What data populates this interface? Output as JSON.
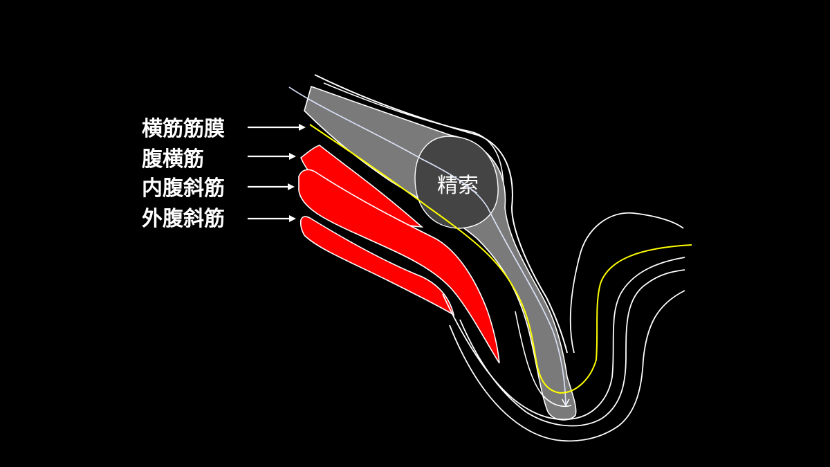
{
  "labels": {
    "transversalis_fascia": "横筋筋膜",
    "transversus_abdominis": "腹横筋",
    "internal_oblique": "内腹斜筋",
    "external_oblique": "外腹斜筋",
    "spermatic_cord": "精索"
  },
  "colors": {
    "background": "#000000",
    "muscle": "#ff0000",
    "fascia": "#ffff00",
    "canal": "#7a7a7a",
    "cord": "#444444",
    "outline": "#ffffff"
  },
  "icons": {
    "pointer_arrow": "arrow-right-icon",
    "path_arrow": "arrow-down-icon"
  }
}
